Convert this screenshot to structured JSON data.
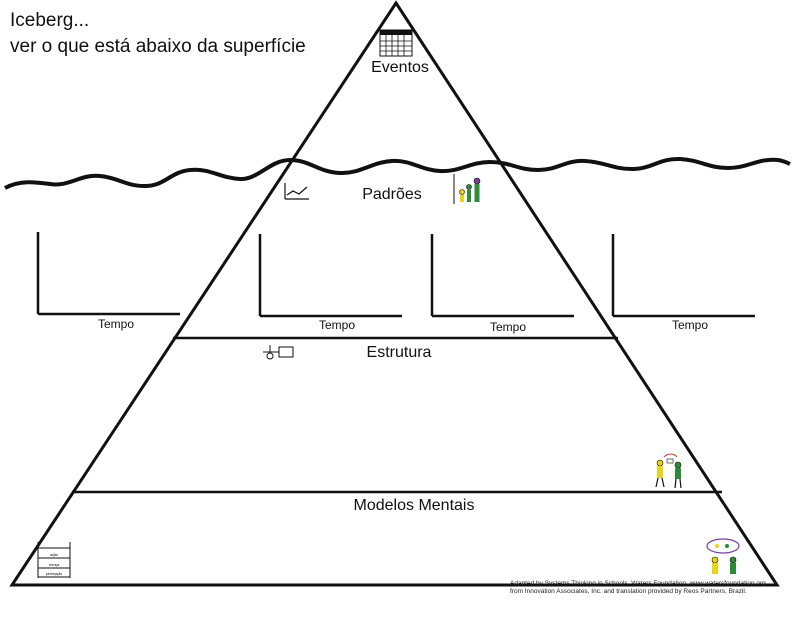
{
  "title": {
    "line1": "Iceberg...",
    "line2": "ver o que está abaixo da superfície"
  },
  "levels": {
    "events": "Eventos",
    "patterns": "Padrões",
    "structure": "Estrutura",
    "mental_models": "Modelos Mentais"
  },
  "graphs": [
    {
      "axis_label": "Tempo"
    },
    {
      "axis_label": "Tempo"
    },
    {
      "axis_label": "Tempo"
    },
    {
      "axis_label": "Tempo"
    }
  ],
  "icons": {
    "calendar_label": "Eventos",
    "stairs_labels": [
      "ação",
      "crença",
      "percepção"
    ]
  },
  "credits": {
    "line1": "Adapted by Systems Thinking in Schools, Waters Foundation, www.watersfoundation.org",
    "line2": "from Innovation Associates, Inc. and translation provided by Reos Partners, Brazil."
  },
  "colors": {
    "line": "#111111",
    "background": "#ffffff",
    "figure_yellow": "#e8d21a",
    "figure_green": "#2e8b3a",
    "figure_purple": "#7a3e9a"
  }
}
